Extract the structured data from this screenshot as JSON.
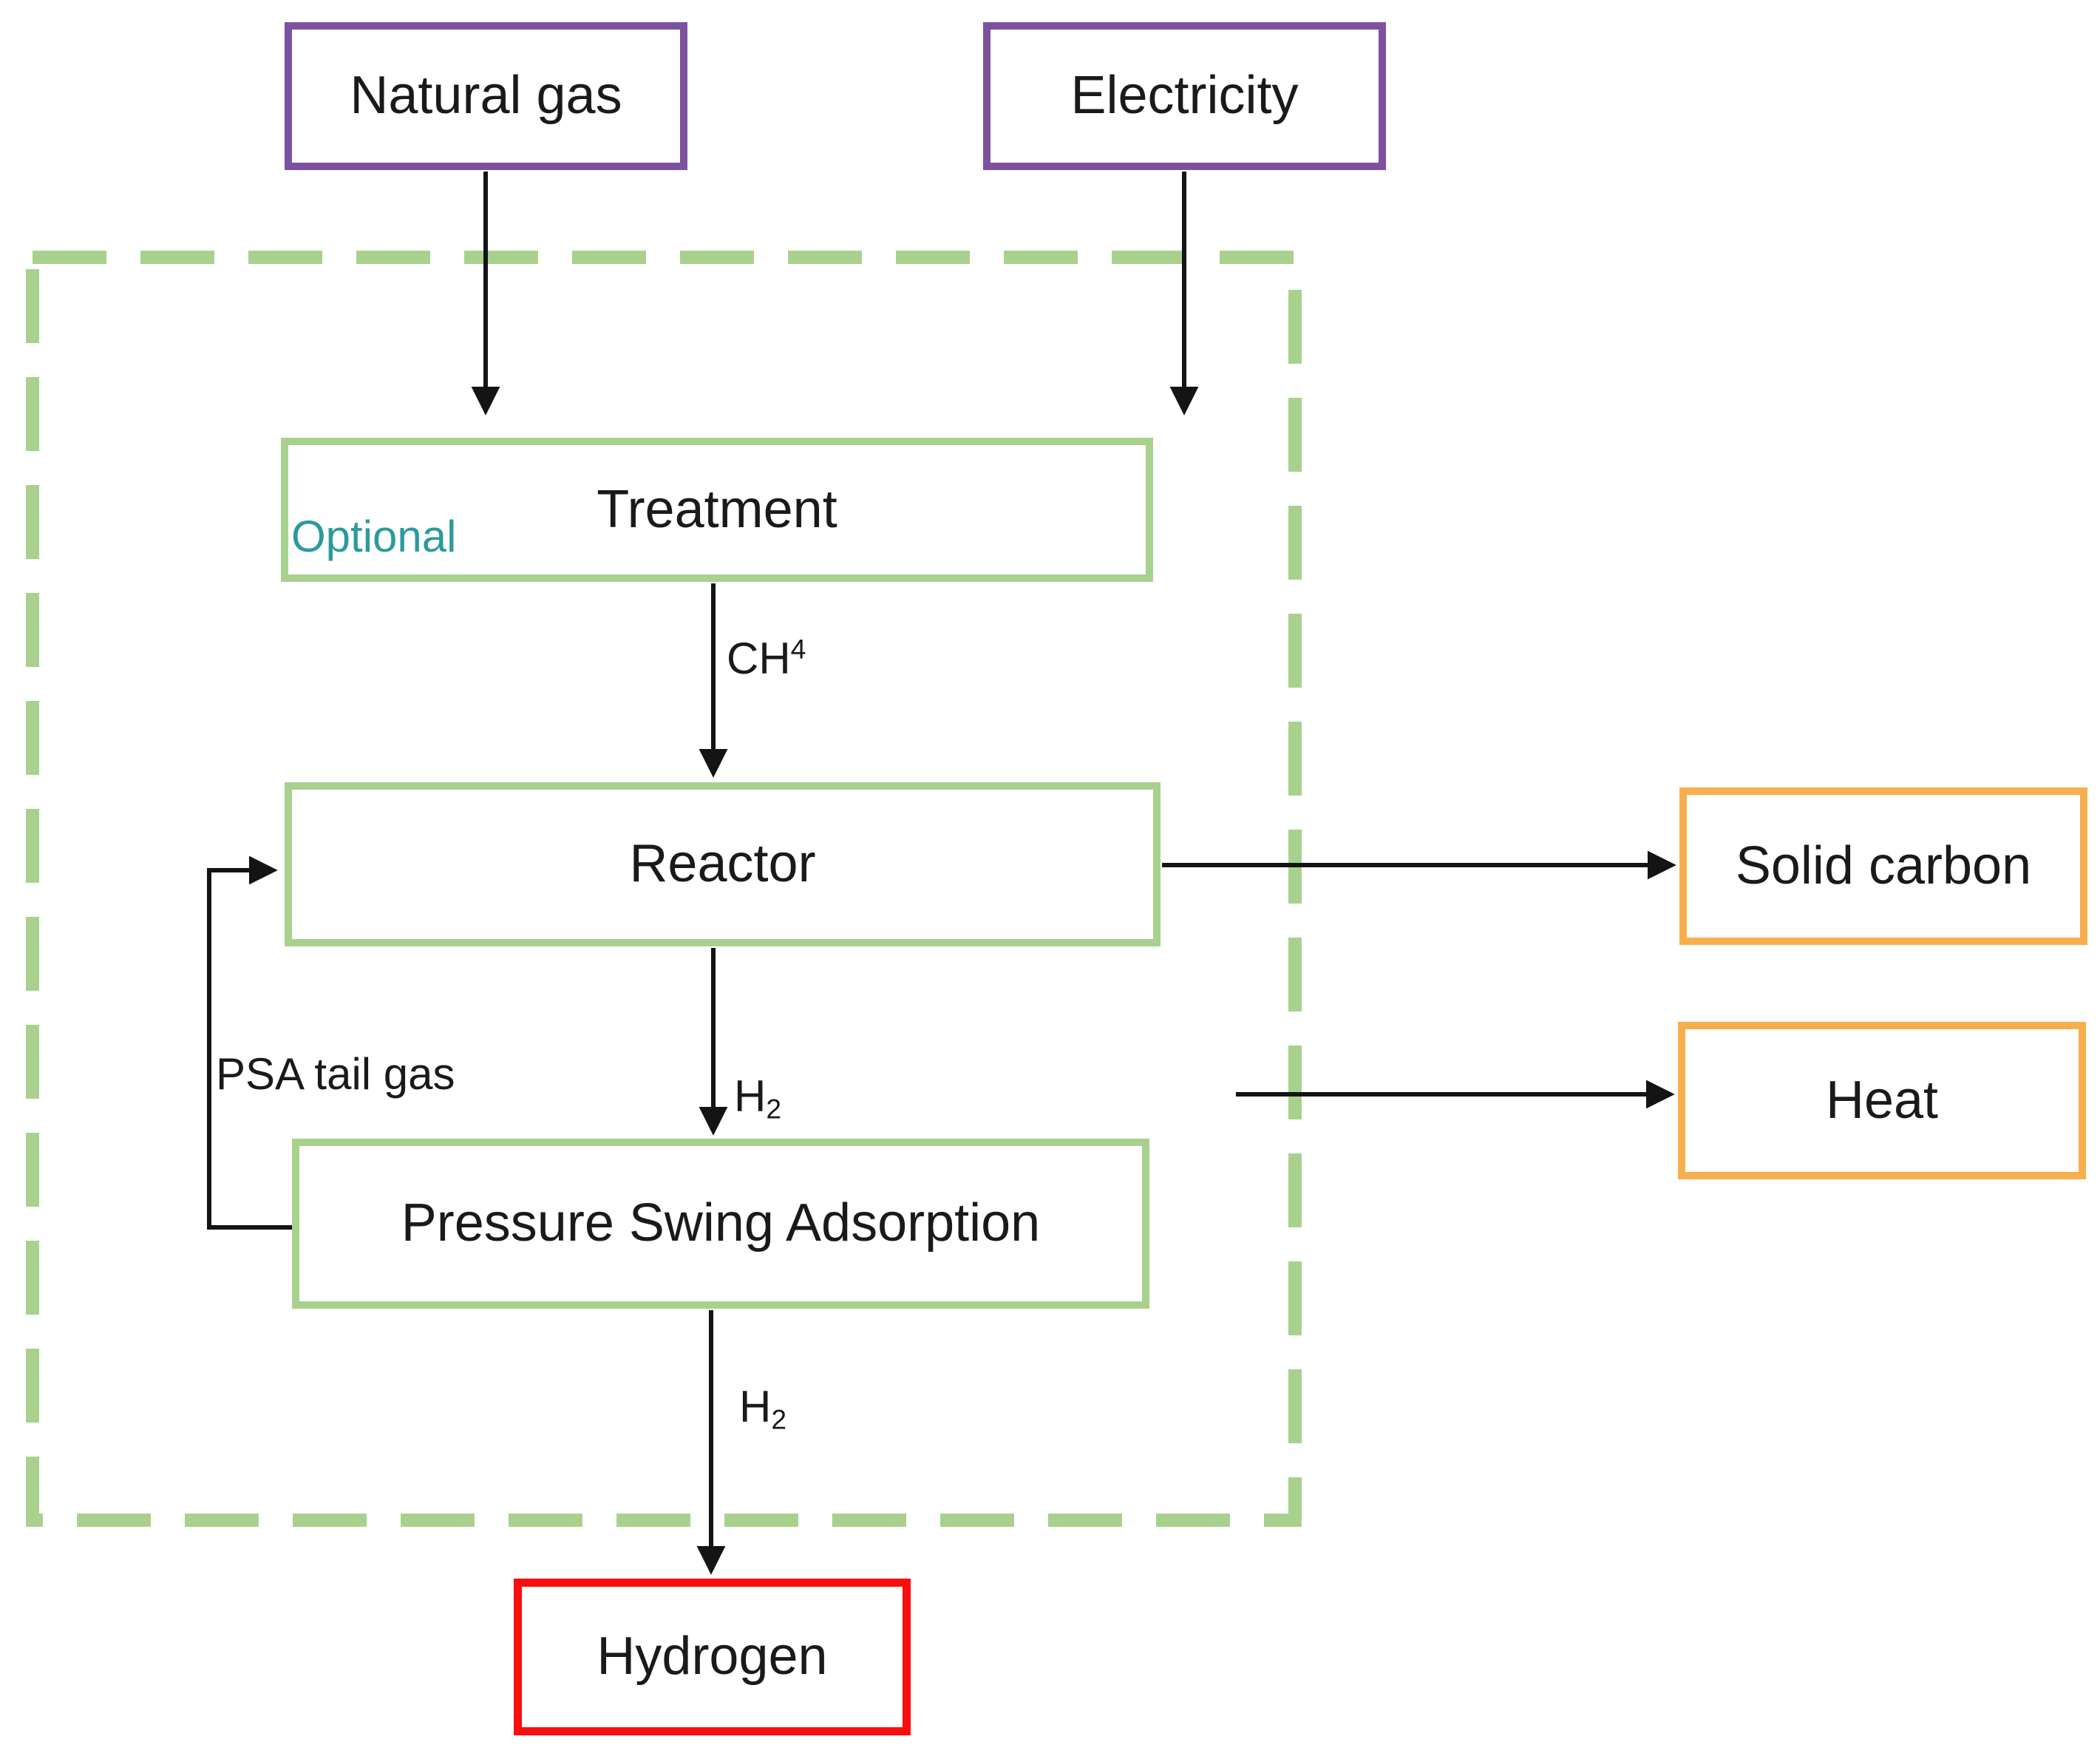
{
  "diagram": {
    "nodes": {
      "natural_gas": {
        "label": "Natural gas"
      },
      "electricity": {
        "label": "Electricity"
      },
      "treatment": {
        "label": "Treatment",
        "tag": "Optional"
      },
      "reactor": {
        "label": "Reactor"
      },
      "psa": {
        "label": "Pressure Swing Adsorption"
      },
      "solid_carbon": {
        "label": "Solid carbon"
      },
      "heat": {
        "label": "Heat"
      },
      "hydrogen": {
        "label": "Hydrogen"
      }
    },
    "edge_labels": {
      "ch4": {
        "base": "CH",
        "sup": "4"
      },
      "h2_reactor_psa": {
        "base": "H",
        "sub": "2"
      },
      "h2_psa_hydrogen": {
        "base": "H",
        "sub": "2"
      },
      "psa_tail_gas": "PSA tail gas"
    },
    "colors": {
      "input_border": "#7C52A0",
      "process_border": "#A9D18E",
      "boundary_dash": "#A9D18E",
      "output_border": "#F8AE4D",
      "product_border": "#F90D0D",
      "optional_text": "#2B9A9C",
      "arrow": "#141414",
      "text": "#1A1A1A"
    }
  }
}
